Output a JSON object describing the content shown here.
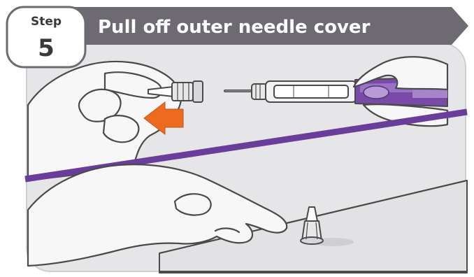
{
  "header": {
    "step_word": "Step",
    "step_number": "5",
    "title": "Pull off outer needle cover"
  },
  "colors": {
    "banner": "#6e6a72",
    "panel": "#e6e6e8",
    "hand": "#f7f7f7",
    "outline": "#4a4a4a",
    "accent_purple": "#6a3d9a",
    "arrow_orange": "#ee6a1f",
    "table": "#e2e2e4"
  },
  "icons": {
    "arrow": "arrow-left-icon"
  }
}
